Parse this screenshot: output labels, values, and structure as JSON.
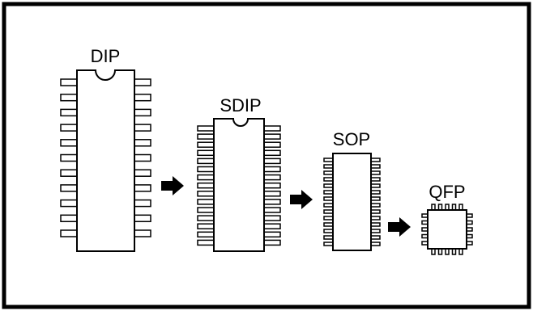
{
  "packages": [
    {
      "label": "DIP"
    },
    {
      "label": "SDIP"
    },
    {
      "label": "SOP"
    },
    {
      "label": "QFP"
    }
  ]
}
